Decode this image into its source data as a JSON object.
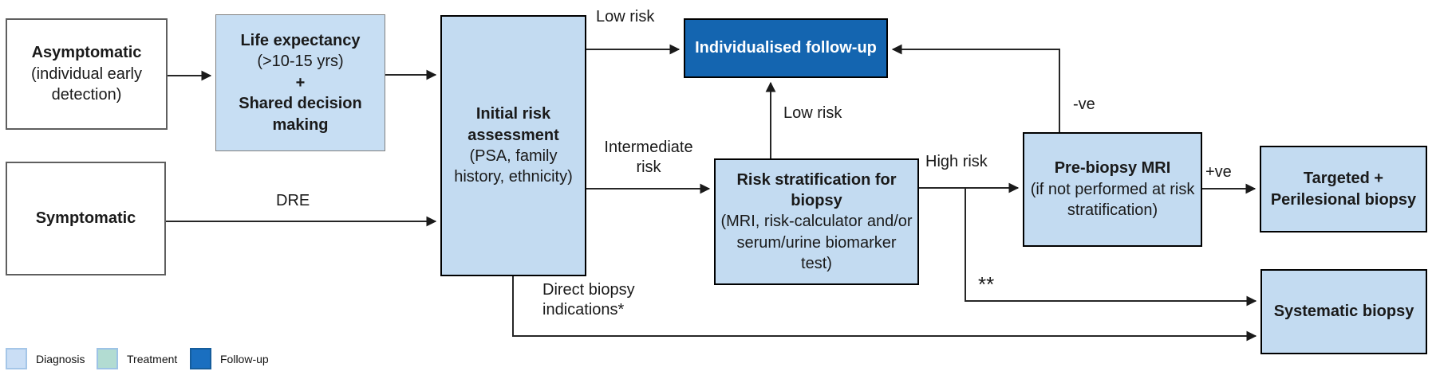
{
  "nodes": {
    "asymptomatic": {
      "title": "Asymptomatic",
      "subtitle": "(individual early detection)"
    },
    "symptomatic": {
      "title": "Symptomatic"
    },
    "life_expectancy": {
      "line1": "Life expectancy",
      "line2": "(>10-15 yrs)",
      "line3": "+",
      "line4": "Shared decision making"
    },
    "initial_risk": {
      "title": "Initial risk assessment",
      "subtitle": "(PSA, family history, ethnicity)"
    },
    "individualised_followup": {
      "title": "Individualised follow-up"
    },
    "risk_stratification": {
      "title": "Risk stratification for biopsy",
      "subtitle": "(MRI, risk-calculator and/or serum/urine biomarker test)"
    },
    "pre_biopsy_mri": {
      "title": "Pre-biopsy MRI",
      "subtitle": "(if not performed at risk stratification)"
    },
    "targeted_biopsy": {
      "title": "Targeted + Perilesional biopsy"
    },
    "systematic_biopsy": {
      "title": "Systematic biopsy"
    }
  },
  "edge_labels": {
    "low_risk_top": "Low risk",
    "low_risk_mid": "Low risk",
    "intermediate_risk": "Intermediate risk",
    "dre": "DRE",
    "high_risk": "High risk",
    "negative": "-ve",
    "positive": "+ve",
    "double_asterisk": "**",
    "direct_biopsy": "Direct biopsy indications*"
  },
  "legend": {
    "items": [
      {
        "label": "Diagnosis",
        "color": "#cadef5"
      },
      {
        "label": "Treatment",
        "color": "#b2dcd2"
      },
      {
        "label": "Follow-up",
        "color": "#1a6fc0"
      }
    ]
  },
  "colors": {
    "diagnosis_box_fill": "#c3dbf1",
    "followup_box_fill": "#1465b0",
    "box_border": "#000000",
    "connector": "#262626"
  }
}
